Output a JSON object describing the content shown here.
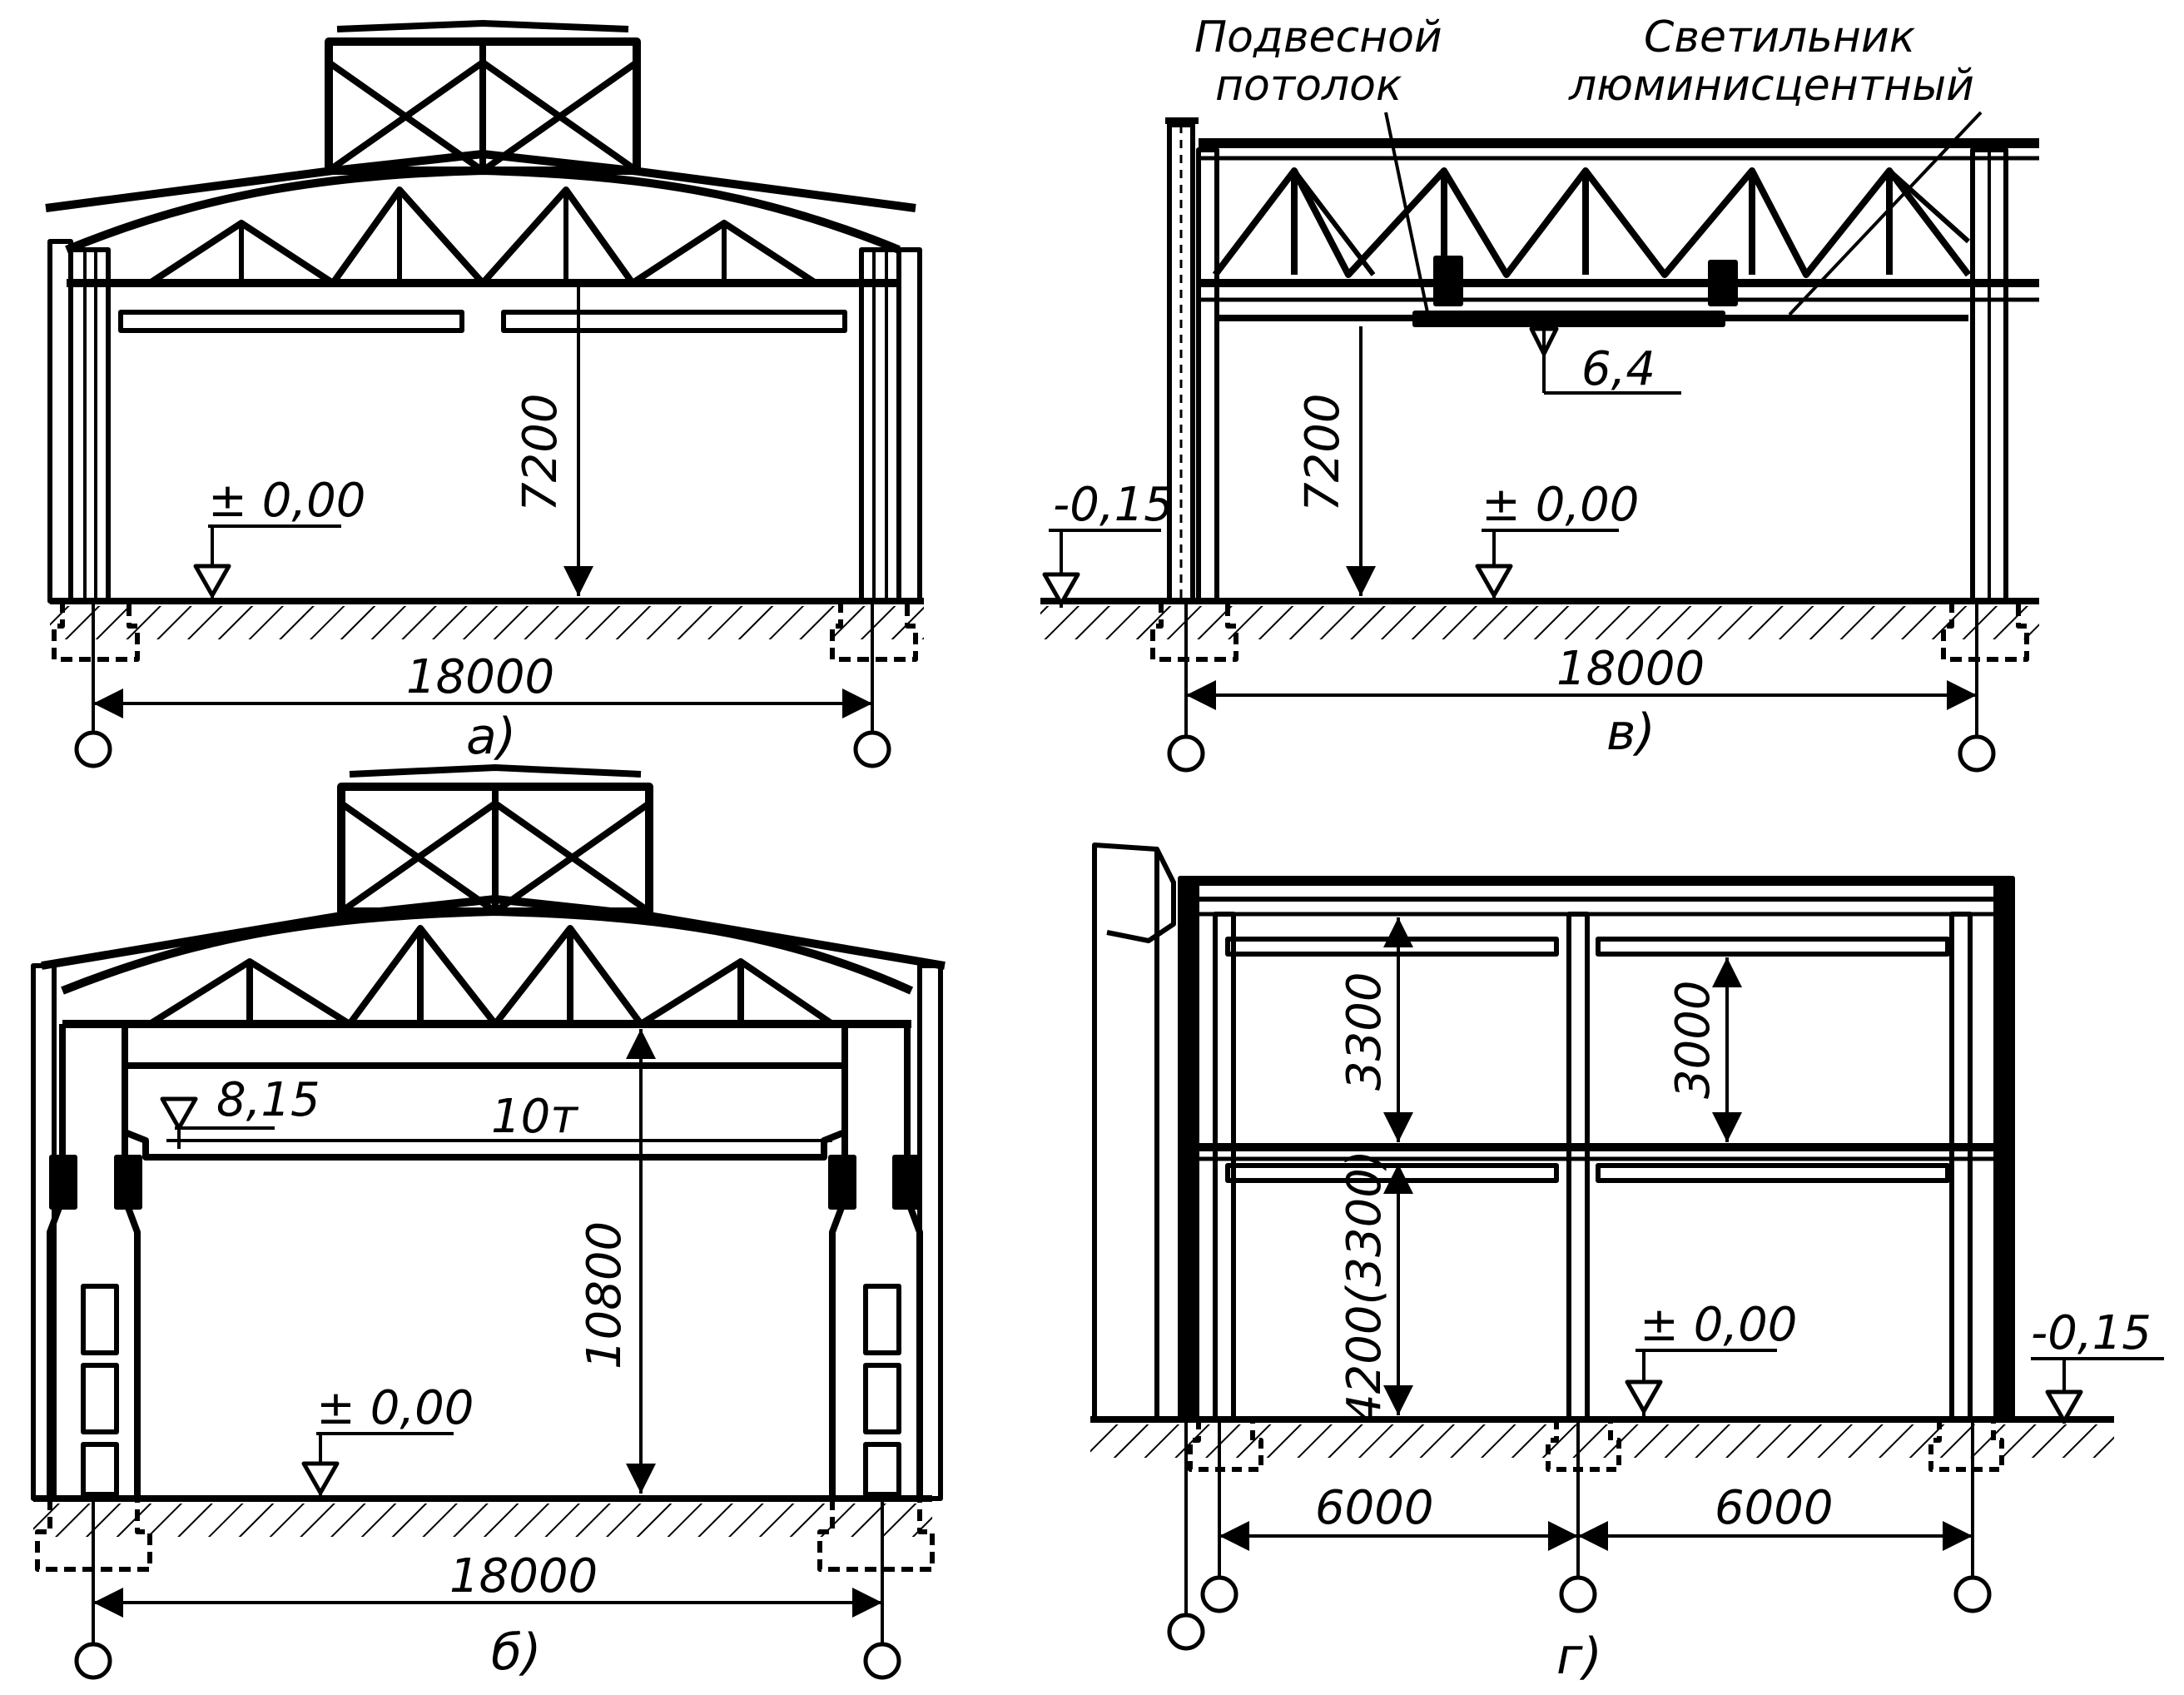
{
  "panel_a": {
    "caption": "а)",
    "height_dim": "7200",
    "level_floor": "± 0,00",
    "span_dim": "18000"
  },
  "panel_b": {
    "caption": "б)",
    "height_dim": "10800",
    "level_crane": "8,15",
    "crane_capacity": "10т",
    "level_floor": "± 0,00",
    "span_dim": "18000"
  },
  "panel_v": {
    "caption": "в)",
    "label_ceiling_line1": "Подвесной",
    "label_ceiling_line2": "потолок",
    "label_lamp_line1": "Светильник",
    "label_lamp_line2": "люминисцентный",
    "level_ceiling": "6,4",
    "height_dim": "7200",
    "level_ground": "-0,15",
    "level_floor": "± 0,00",
    "span_dim": "18000"
  },
  "panel_g": {
    "caption": "г)",
    "dim_upper_left": "3300",
    "dim_upper_right": "3000",
    "dim_lower_left": "4200(3300)",
    "level_floor": "± 0,00",
    "level_ground": "-0,15",
    "span_left": "6000",
    "span_right": "6000"
  }
}
